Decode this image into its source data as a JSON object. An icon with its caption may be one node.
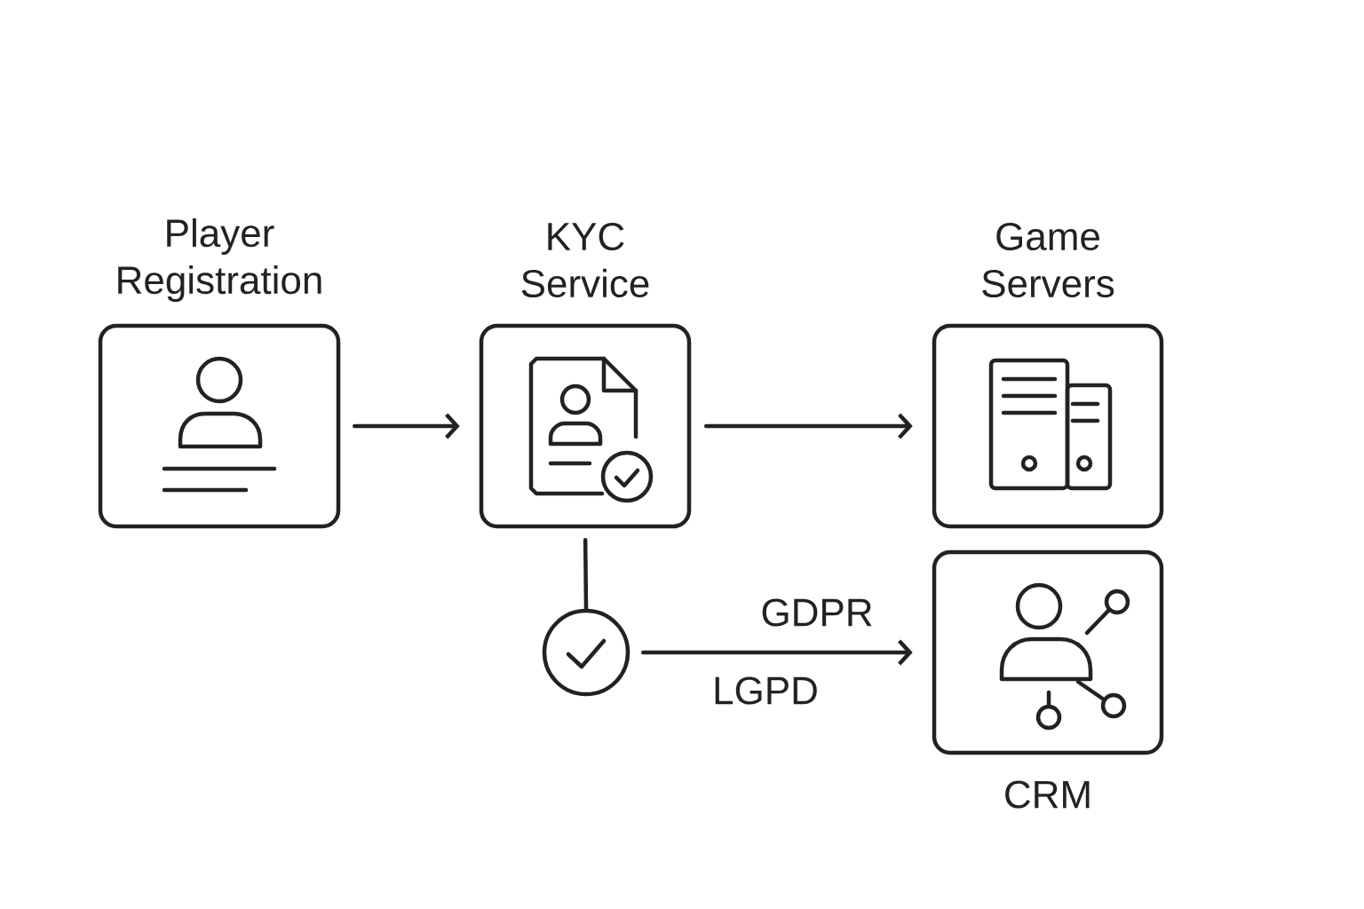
{
  "diagram": {
    "nodes": [
      {
        "text": [
          "Player Registration"
        ]
      },
      {
        "text": [
          "KYC Service"
        ]
      },
      {
        "text": [
          "Game Servers"
        ]
      },
      {
        "text": [
          "CRM"
        ]
      },
      {
        "text": [],
        "shape": "circle"
      }
    ],
    "edges": [
      {
        "from": 0,
        "to": 1,
        "arrow": "to"
      },
      {
        "from": 1,
        "to": 2,
        "arrow": "to"
      },
      {
        "from": 1,
        "to": 4,
        "arrow": "none"
      },
      {
        "from": 4,
        "to": 3,
        "arrow": "to",
        "label": "GDPR"
      }
    ],
    "labels": [
      "LGPD"
    ]
  }
}
